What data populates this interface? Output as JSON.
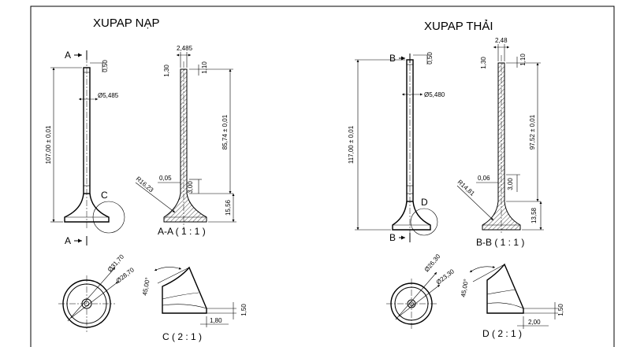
{
  "intake": {
    "title": "XUPAP NẠP",
    "section_letter": "A",
    "section_label": "A-A ( 1 : 1 )",
    "detail_letter": "C",
    "detail_label": "C ( 2 : 1 )",
    "dims": {
      "overall_length": "107,00 ± 0,01",
      "top": "0,50",
      "stem_dia": "Ø5,485",
      "tip_width": "2,485",
      "tip_left": "1,30",
      "tip_right": "1,10",
      "stem_length": "85,74 ± 0,01",
      "fillet_radius": "R16,23",
      "gap": "0,05",
      "neck": "3,00",
      "head_height": "15,56",
      "outer_dia": "Ø31,70",
      "inner_dia": "Ø28,70",
      "angle": "45,00°",
      "seat_height": "1,50",
      "seat_width": "1,80"
    }
  },
  "exhaust": {
    "title": "XUPAP THẢI",
    "section_letter": "B",
    "section_label": "B-B ( 1 : 1 )",
    "detail_letter": "D",
    "detail_label": "D ( 2 : 1 )",
    "dims": {
      "overall_length": "117,00 ± 0,01",
      "top": "0,50",
      "stem_dia": "Ø5,480",
      "tip_width": "2,48",
      "tip_left": "1,30",
      "tip_right": "1,10",
      "stem_length": "97,52 ± 0,01",
      "fillet_radius": "R14,81",
      "gap": "0,06",
      "neck": "3,00",
      "head_height": "13,58",
      "outer_dia": "Ø26,30",
      "inner_dia": "Ø23,30",
      "angle": "45,00°",
      "seat_height": "1,50",
      "seat_width": "2,00"
    }
  }
}
